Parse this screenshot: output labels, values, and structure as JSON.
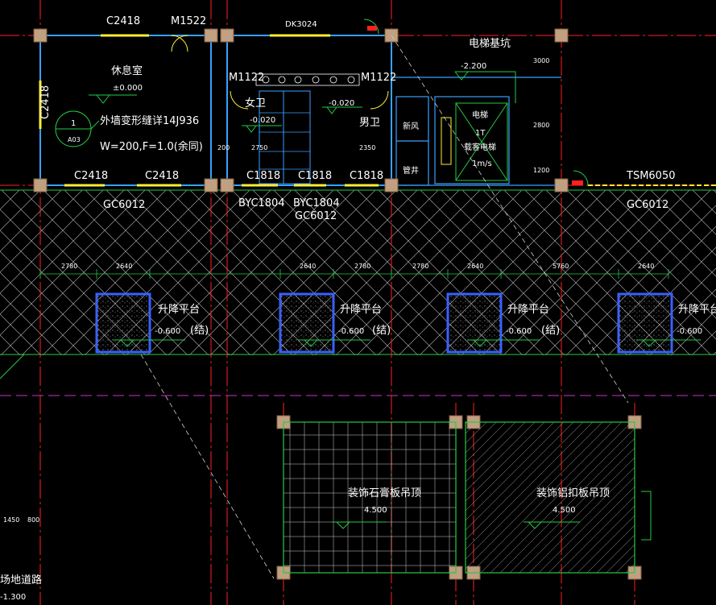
{
  "colors": {
    "background": "#000000",
    "axis": "#ff2020",
    "wall": "#3aa0ff",
    "hatch": "#cfcfcf",
    "green": "#22cc44",
    "yellow": "#ffee33",
    "column": "#c0a080",
    "magenta": "#cc33cc",
    "text": "#ffffff"
  },
  "labels": {
    "window_c2418_top": "C2418",
    "door_m1522": "M1522",
    "door_dk3024": "DK3024",
    "elevator_pit": "电梯基坑",
    "elevator_level": "-2.200",
    "dim_3000": "3000",
    "dim_2800": "2800",
    "dim_1200": "1200",
    "lounge": "休息室",
    "lounge_level": "±0.000",
    "door_m1122_left": "M1122",
    "door_m1122_right": "M1122",
    "window_c2418_left": "C2418",
    "female_wc": "女卫",
    "male_wc": "男卫",
    "wc_level_left": "-0.020",
    "wc_level_right": "-0.020",
    "dim_2750": "2750",
    "dim_2350": "2350",
    "dim_200": "200",
    "vent_shaft": "新风",
    "pipe_shaft": "管井",
    "elevator": "电梯",
    "elevator_load": "1T",
    "elevator_model": "载客电梯",
    "elevator_speed": "1m/s",
    "detail_circle_num": "1",
    "detail_circle_ref": "A03",
    "wall_note_1": "外墙变形缝详14J936",
    "wall_note_2": "W=200,F=1.0(余同)",
    "window_c2418_a": "C2418",
    "window_c2418_b": "C2418",
    "window_c1818_a": "C1818",
    "window_c1818_b": "C1818",
    "window_c1818_c": "C1818",
    "window_gc6012_left": "GC6012",
    "window_byc1804_a": "BYC1804",
    "window_byc1804_b": "BYC1804",
    "window_gc6012_mid": "GC6012",
    "door_tsm6050": "TSM6050",
    "window_gc6012_right": "GC6012",
    "dim_2780_a": "2780",
    "dim_2640_a": "2640",
    "dim_2640_b": "2640",
    "dim_2780_b": "2780",
    "dim_2780_c": "2780",
    "dim_2640_c": "2640",
    "dim_5760": "5760",
    "dim_2640_d": "2640",
    "lift_platform_1": "升降平台",
    "lift_level_1": "-0.600",
    "lift_struct_1": "(结)",
    "lift_platform_2": "升降平台",
    "lift_level_2": "-0.600",
    "lift_struct_2": "(结)",
    "lift_platform_3": "升降平台",
    "lift_level_3": "-0.600",
    "lift_struct_3": "(结)",
    "lift_platform_4": "升降平台",
    "lift_level_4": "-0.600",
    "gypsum_ceiling": "装饰石膏板吊顶",
    "gypsum_level": "4.500",
    "alu_ceiling": "装饰铝扣板吊顶",
    "alu_level": "4.500",
    "dim_1450": "1450",
    "dim_800": "800",
    "road": "场地道路",
    "road_level": "-1.300"
  }
}
